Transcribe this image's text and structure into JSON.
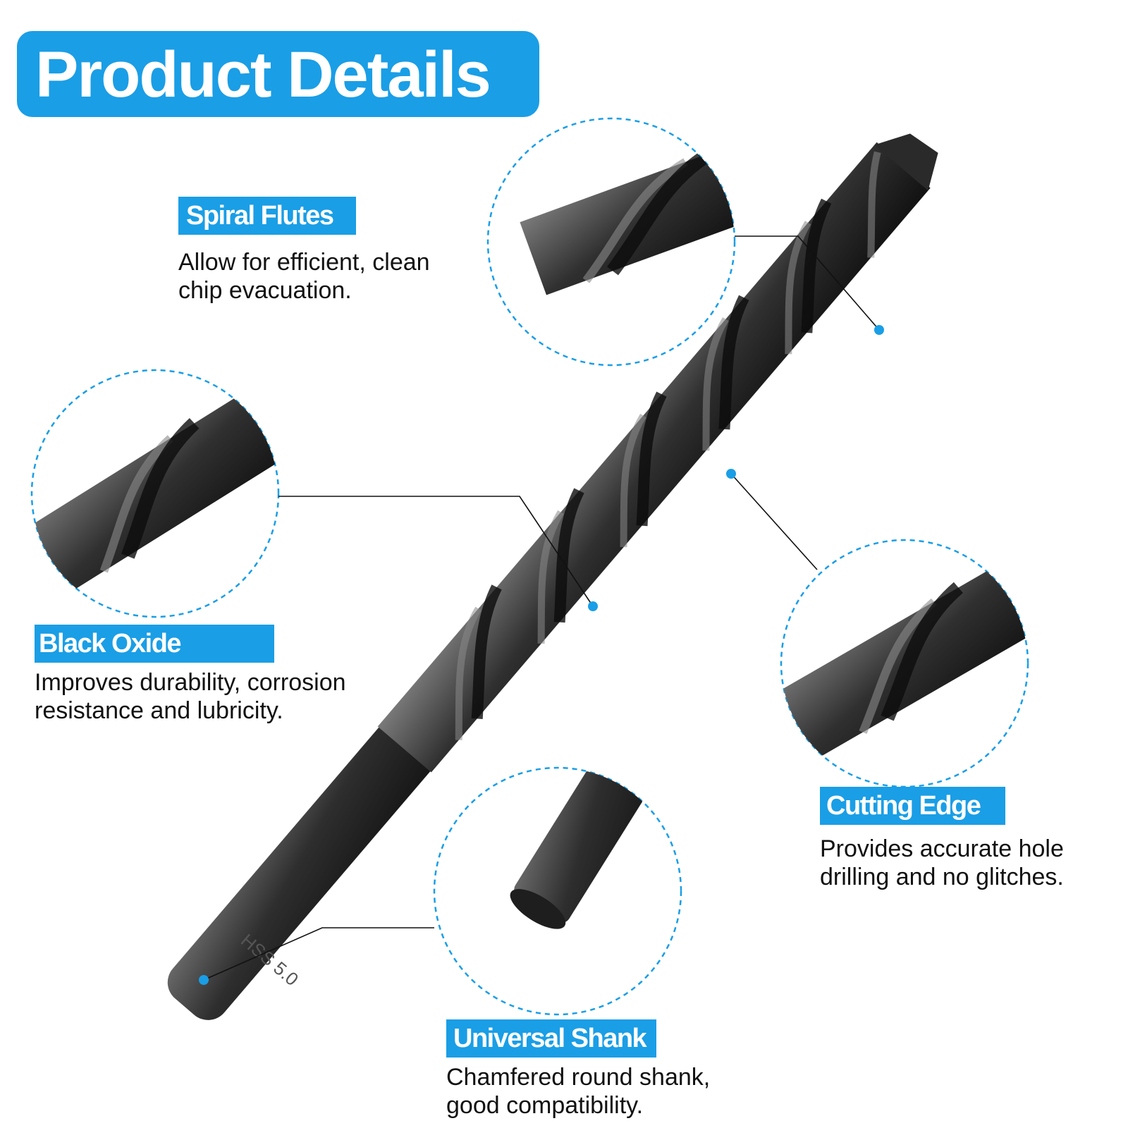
{
  "title": "Product Details",
  "accent_color": "#1a9ee6",
  "features": [
    {
      "label": "Spiral Flutes",
      "desc_line1": "Allow for efficient, clean",
      "desc_line2": "chip evacuation."
    },
    {
      "label": "Black Oxide",
      "desc_line1": "Improves durability, corrosion",
      "desc_line2": "resistance and lubricity."
    },
    {
      "label": "Cutting Edge",
      "desc_line1": "Provides accurate hole",
      "desc_line2": "drilling and no glitches."
    },
    {
      "label": "Universal Shank",
      "desc_line1": "Chamfered round shank,",
      "desc_line2": "good compatibility."
    }
  ],
  "drill_marking": "HSS 5.0"
}
